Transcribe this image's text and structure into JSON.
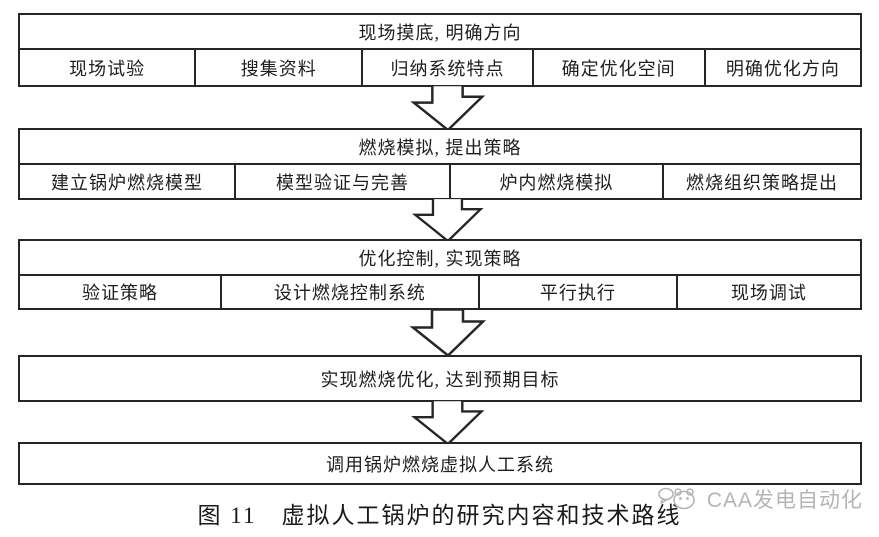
{
  "figure": {
    "caption": "图 11　虚拟人工锅炉的研究内容和技术路线"
  },
  "stages": [
    {
      "header": "现场摸底, 明确方向",
      "cells": [
        "现场试验",
        "搜集资料",
        "归纳系统特点",
        "确定优化空间",
        "明确优化方向"
      ]
    },
    {
      "header": "燃烧模拟, 提出策略",
      "cells": [
        "建立锅炉燃烧模型",
        "模型验证与完善",
        "炉内燃烧模拟",
        "燃烧组织策略提出"
      ]
    },
    {
      "header": "优化控制, 实现策略",
      "cells": [
        "验证策略",
        "设计燃烧控制系统",
        "平行执行",
        "现场调试"
      ]
    },
    {
      "header": "实现燃烧优化, 达到预期目标",
      "cells": []
    },
    {
      "header": "调用锅炉燃烧虚拟人工系统",
      "cells": []
    }
  ],
  "watermark": {
    "text": "CAA发电自动化",
    "icon": "panda-face-icon"
  },
  "colors": {
    "border": "#262626",
    "text": "#1e1e1e",
    "background": "#ffffff",
    "watermark": "#b5b5b5"
  }
}
